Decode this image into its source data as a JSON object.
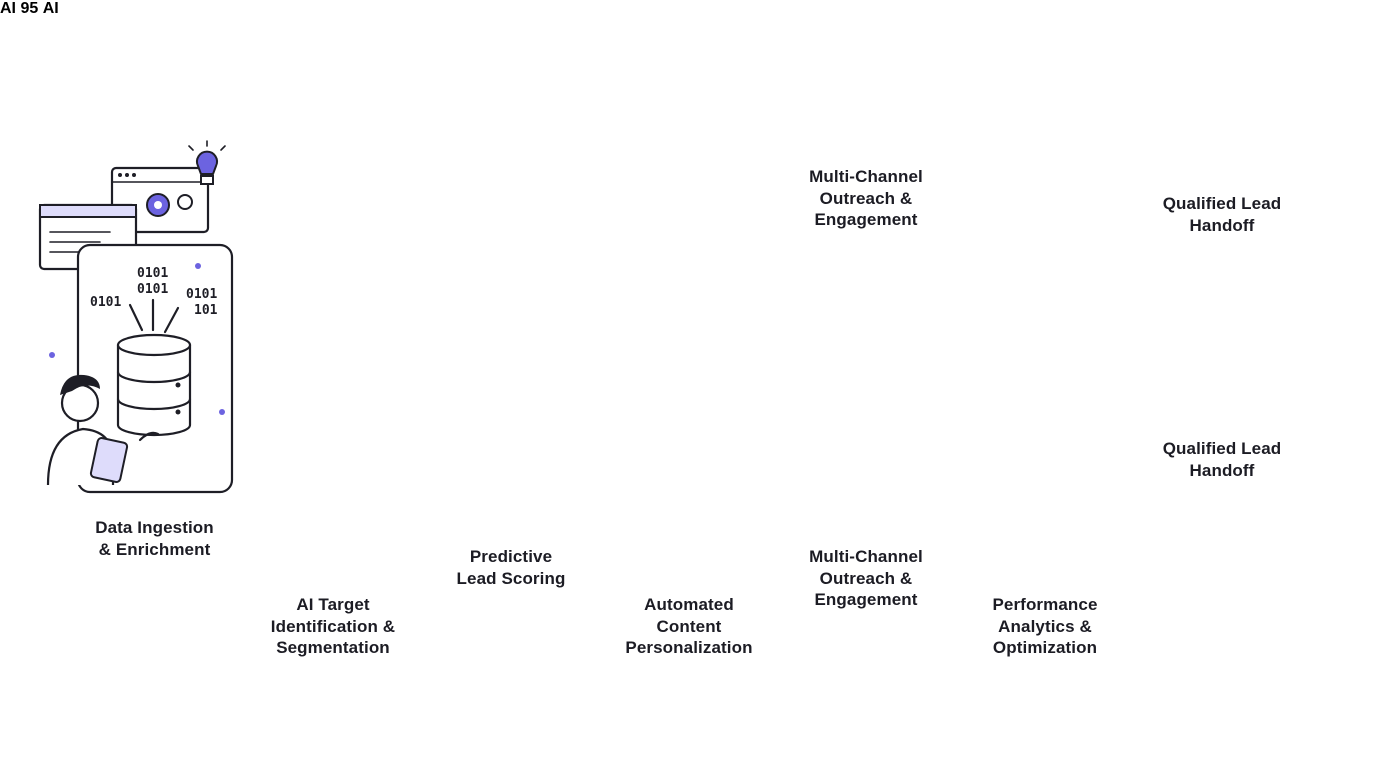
{
  "steps": [
    {
      "label": "Data Ingestion\n& Enrichment"
    },
    {
      "label": "AI Target\nIdentification &\nSegmentation"
    },
    {
      "label": "Predictive\nLead Scoring"
    },
    {
      "label": "Automated\nContent\nPersonalization"
    },
    {
      "label": "Multi-Channel\nOutreach &\nEngagement"
    },
    {
      "label": "Multi-Channel\nOutreach &\nEngagement"
    },
    {
      "label": "Performance\nAnalytics &\nOptimization"
    },
    {
      "label": "Qualified Lead\nHandoff"
    },
    {
      "label": "Qualified Lead\nHandoff"
    }
  ],
  "binary": [
    "0101",
    "0101",
    "0101",
    "0101",
    "101"
  ],
  "score": "95",
  "ai_badge": "AI",
  "colors": {
    "accent": "#6c63e0",
    "accent_light": "#dedcfb",
    "ink": "#1e1e26"
  },
  "icons": [
    "gear-icon",
    "lightbulb-icon",
    "browser-window-icon",
    "database-icon",
    "magnifier-icon",
    "venn-icon",
    "sparkle-icon",
    "neural-network-icon",
    "chat-bubble-icon",
    "check-icon",
    "chip-icon",
    "gauge-icon",
    "bar-chart-icon",
    "scale-icon",
    "envelope-icon",
    "magic-wand-icon",
    "heart-icon",
    "calendar-icon",
    "antenna-icon",
    "facebook-icon",
    "phone-icon",
    "send-icon",
    "message-icon",
    "trend-chart-icon",
    "robot-icon",
    "handshake-icon",
    "star-icon",
    "refresh-icon"
  ]
}
